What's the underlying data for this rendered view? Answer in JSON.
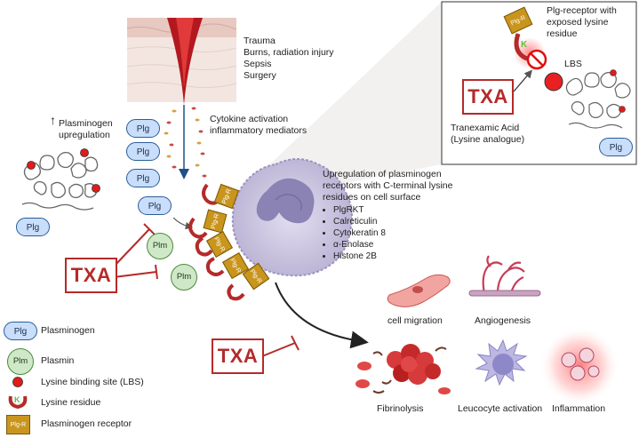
{
  "trauma_causes": [
    "Trauma",
    "Burns, radiation injury",
    "Sepsis",
    "Surgery"
  ],
  "cytokine": {
    "line1": "Cytokine activation",
    "line2": "inflammatory mediators"
  },
  "upregulation": {
    "arrow": "↑",
    "line1": "Plasminogen",
    "line2": "upregulation"
  },
  "receptors": {
    "heading": [
      "Upregulation of plasminogen",
      "receptors with C-terminal lysine",
      "residues on cell surface"
    ],
    "items": [
      "PlgRKT",
      "Calreticulin",
      "Cytokeratin 8",
      "α-Enolase",
      "Histone 2B"
    ]
  },
  "inset": {
    "receptor_label": [
      "Plg-receptor with",
      "exposed lysine",
      "residue"
    ],
    "lbs_label": "LBS",
    "txa_desc": [
      "Tranexamic Acid",
      "(Lysine analogue)"
    ]
  },
  "txa_label": "TXA",
  "plg_label": "Plg",
  "plm_label": "Plm",
  "receptor_short": "Plg-R",
  "lysine_letter": "K",
  "outcomes": {
    "cell_migration": "cell migration",
    "angiogenesis": "Angiogenesis",
    "fibrinolysis": "Fibrinolysis",
    "leucocyte": "Leucocyte activation",
    "inflammation": "Inflammation"
  },
  "legend": {
    "plasminogen": "Plasminogen",
    "plasmin": "Plasmin",
    "lbs": "Lysine binding site (LBS)",
    "lysine": "Lysine residue",
    "receptor": "Plasminogen receptor"
  },
  "colors": {
    "plg_fill": "#c9defa",
    "plm_fill": "#cfe8c7",
    "txa_red": "#b52a2a",
    "receptor_gold": "#c9951c",
    "lysine_green": "#5fbf3a",
    "cell_lilac": "#c6c0dc"
  }
}
